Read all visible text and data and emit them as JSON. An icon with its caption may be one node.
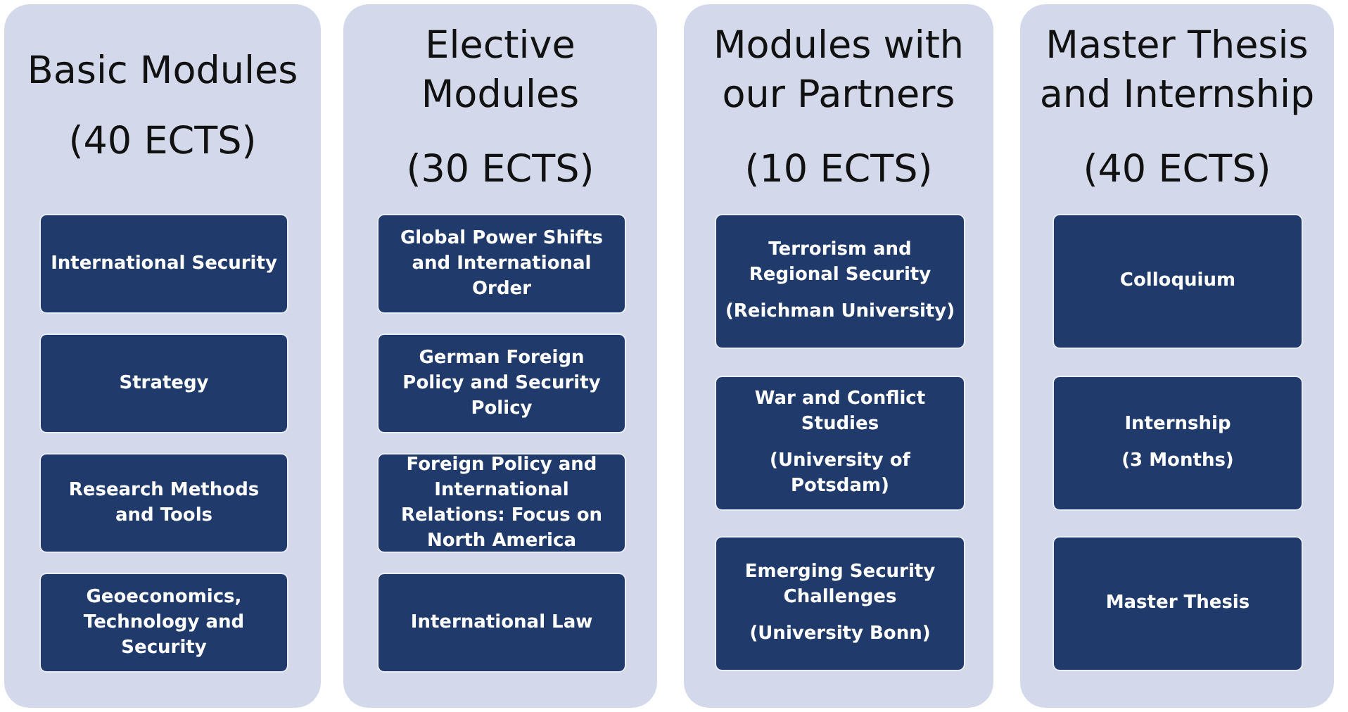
{
  "diagram": {
    "nodes": [
      {
        "text": [
          "Basic Modules",
          "(40 ECTS)"
        ]
      },
      {
        "text": [
          "International Security"
        ],
        "in": 0
      },
      {
        "text": [
          "Strategy"
        ],
        "in": 0
      },
      {
        "text": [
          "Research Methods and Tools"
        ],
        "in": 0
      },
      {
        "text": [
          "Geoeconomics, Technology and Security"
        ],
        "in": 0
      },
      {
        "text": [
          "Elective Modules",
          "(30 ECTS)"
        ]
      },
      {
        "text": [
          "Global Power Shifts and International Order"
        ],
        "in": 5
      },
      {
        "text": [
          "German Foreign Policy and Security Policy"
        ],
        "in": 5
      },
      {
        "text": [
          "Foreign Policy and International Relations: Focus on North America"
        ],
        "in": 5
      },
      {
        "text": [
          "International Law"
        ],
        "in": 5
      },
      {
        "text": [
          "Modules with our Partners",
          "(10 ECTS)"
        ]
      },
      {
        "text": [
          "Terrorism and Regional Security",
          "(Reichman University)"
        ],
        "in": 10
      },
      {
        "text": [
          "War and Conflict Studies",
          "(University of Potsdam)"
        ],
        "in": 10
      },
      {
        "text": [
          "Emerging Security Challenges",
          "(University Bonn)"
        ],
        "in": 10
      },
      {
        "text": [
          "Master Thesis and Internship",
          "(40 ECTS)"
        ]
      },
      {
        "text": [
          "Colloquium"
        ],
        "in": 14
      },
      {
        "text": [
          "Internship",
          "(3 Months)"
        ],
        "in": 14
      },
      {
        "text": [
          "Master Thesis"
        ],
        "in": 14
      }
    ]
  }
}
